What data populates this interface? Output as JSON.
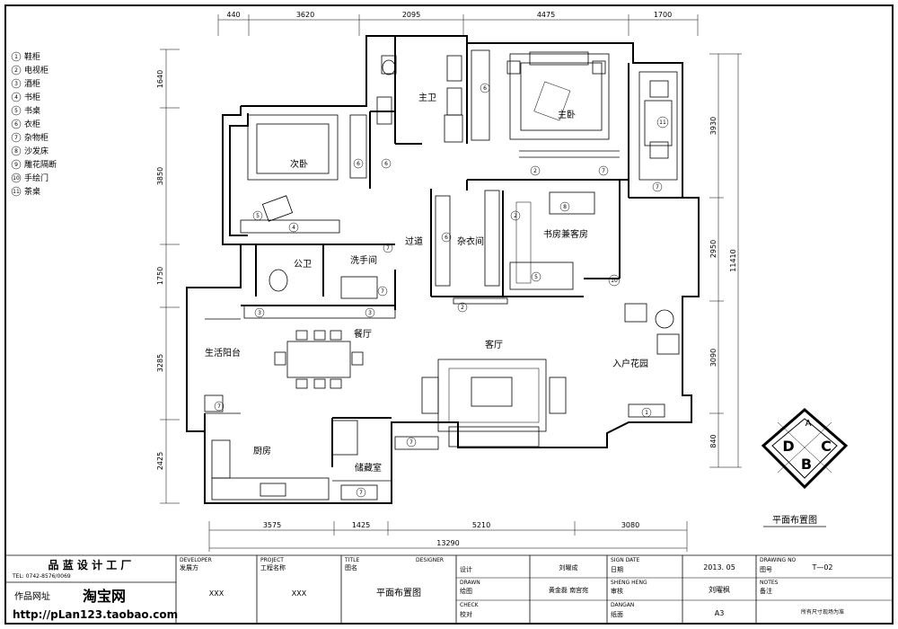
{
  "legend": [
    {
      "num": "1",
      "label": "鞋柜"
    },
    {
      "num": "2",
      "label": "电视柜"
    },
    {
      "num": "3",
      "label": "酒柜"
    },
    {
      "num": "4",
      "label": "书柜"
    },
    {
      "num": "5",
      "label": "书桌"
    },
    {
      "num": "6",
      "label": "衣柜"
    },
    {
      "num": "7",
      "label": "杂物柜"
    },
    {
      "num": "8",
      "label": "沙发床"
    },
    {
      "num": "9",
      "label": "雕花隔断"
    },
    {
      "num": "10",
      "label": "手绘门"
    },
    {
      "num": "11",
      "label": "茶桌"
    }
  ],
  "rooms": {
    "master_bath": "主卫",
    "master_bed": "主卧",
    "second_bed": "次卧",
    "corridor": "过道",
    "cloakroom": "杂衣间",
    "study": "书房兼客房",
    "public_bath": "公卫",
    "washroom": "洗手间",
    "dining": "餐厅",
    "living": "客厅",
    "balcony": "生活阳台",
    "kitchen": "厨房",
    "storage": "储藏室",
    "garden": "入户花园"
  },
  "dims": {
    "top": [
      "440",
      "3620",
      "2095",
      "4475",
      "1700"
    ],
    "bottom": [
      "3575",
      "1425",
      "5210",
      "3080"
    ],
    "bottom_total": "13290",
    "left": [
      "1640",
      "3850",
      "1750",
      "3285",
      "2425"
    ],
    "right": [
      "3930",
      "2950",
      "3090",
      "840"
    ],
    "right_total": "11410"
  },
  "compass": {
    "a": "A",
    "b": "B",
    "c": "C",
    "d": "D"
  },
  "plan_title": "平面布置图",
  "title_block": {
    "company": "品 蓝 设 计 工 厂",
    "company_sub": "TEL: 0742-8576/0069",
    "developer_label": "DEVELOPER",
    "developer": "发展方",
    "developer_value": "XXX",
    "project_label": "PROJECT",
    "project": "工程名称",
    "project_value": "XXX",
    "title_label": "TITLE",
    "title_cn": "图名",
    "title_value": "平面布置图",
    "design_label": "DESIGNER",
    "design_cn": "设计",
    "drawn_label": "DRAWN",
    "drawn_cn": "绘图",
    "check_label": "CHECK",
    "check_cn": "校对",
    "designer_name": "刘曜成",
    "drawn_name": "黄金磊  南宫宛",
    "sign_label": "SIGN DATE",
    "sign_cn": "日期",
    "date": "2013. 05",
    "review_label": "SHENG HENG",
    "review_cn": "审核",
    "reviewer": "刘曜枫",
    "paper_label": "DANGAN",
    "paper_cn": "纸面",
    "paper": "A3",
    "drawing_no_label": "DRAWING NO",
    "drawing_no_cn": "图号",
    "drawing_no": "T—02",
    "note_label": "NOTES",
    "note_cn": "备注",
    "note": "所有尺寸现场为准",
    "site_label": "作品网址",
    "shop": "淘宝网",
    "url": "http://pLan123.taobao.com"
  }
}
